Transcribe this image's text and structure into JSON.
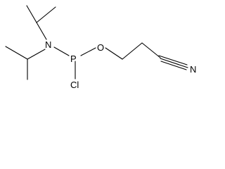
{
  "molecule": {
    "atoms": {
      "nitrogen_amine": "N",
      "phosphorus": "P",
      "oxygen": "O",
      "chlorine": "Cl",
      "nitrogen_nitrile": "N"
    }
  }
}
